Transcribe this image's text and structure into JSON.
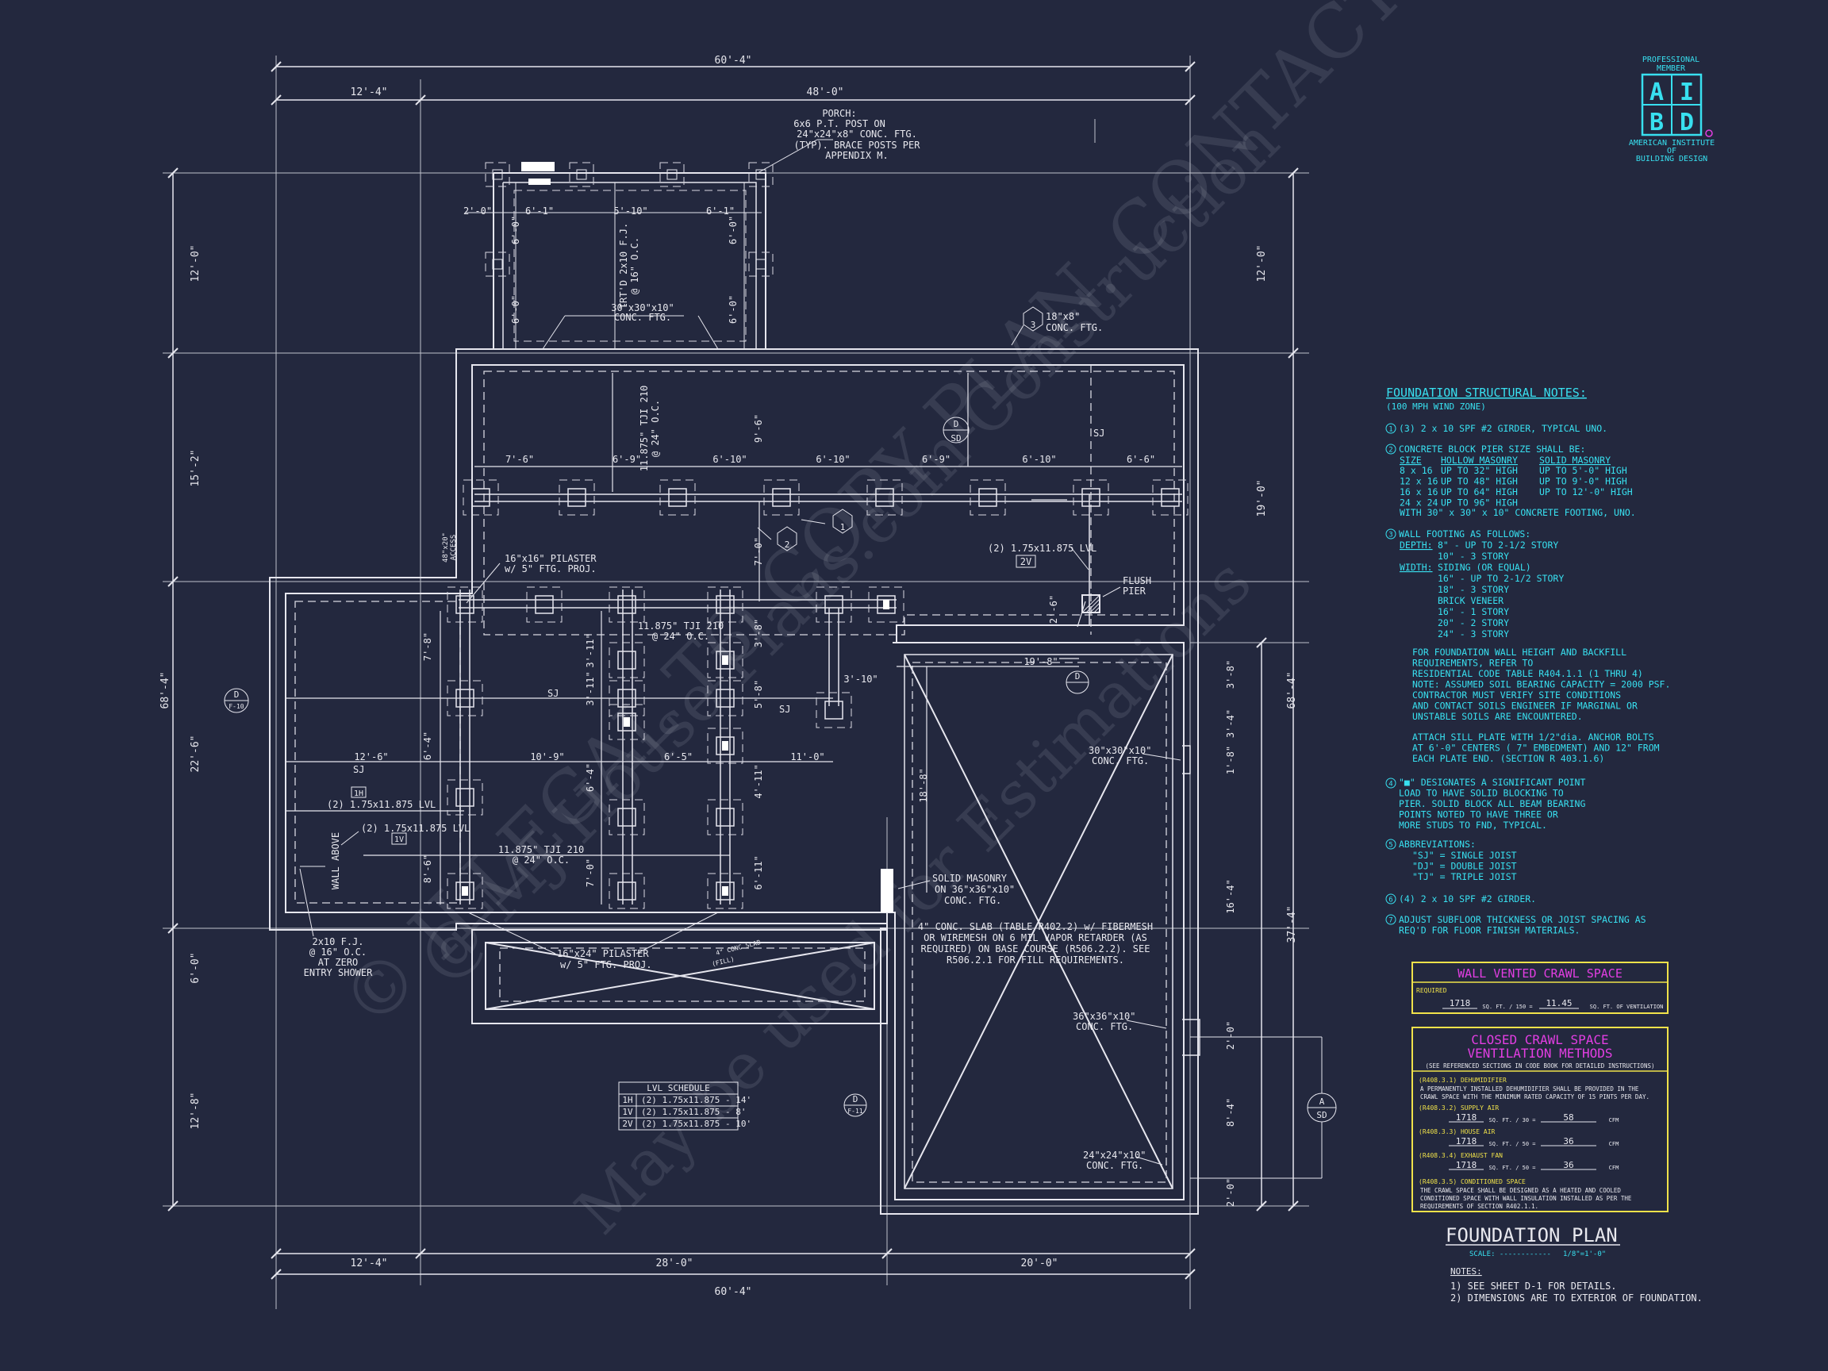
{
  "badge": {
    "line1": "PROFESSIONAL",
    "line2": "MEMBER",
    "letters": [
      "A",
      "I",
      "B",
      "D"
    ],
    "org1": "AMERICAN INSTITUTE",
    "org2": "OF",
    "org3": "BUILDING DESIGN",
    "color": "#38e0f0"
  },
  "dims": {
    "top_overall": "60'-4\"",
    "top_left": "12'-4\"",
    "top_right": "48'-0\"",
    "bottom_overall": "60'-4\"",
    "bottom_left": "12'-4\"",
    "bottom_mid": "28'-0\"",
    "bottom_right": "20'-0\"",
    "left_overall": "68'-4\"",
    "left_1": "12'-0\"",
    "left_2": "15'-2\"",
    "left_3": "22'-6\"",
    "left_4": "6'-0\"",
    "left_5": "12'-8\"",
    "right_overall": "68'-4\"",
    "right_1": "12'-0\"",
    "right_2": "19'-0\"",
    "right_3": "37'-4\"",
    "porch_a": "2'-0\"",
    "porch_b": "6'-1\"",
    "porch_c": "5'-10\"",
    "porch_d": "6'-1\"",
    "porch_v1": "6'-0\"",
    "porch_v2": "6'-0\"",
    "row1": [
      "7'-6\"",
      "6'-9\"",
      "6'-10\"",
      "6'-10\"",
      "6'-9\"",
      "6'-10\"",
      "6'-6\""
    ],
    "v_9_6": "9'-6\"",
    "v_7_0": "7'-0\"",
    "v_7_8": "7'-8\"",
    "v_6_4": "6'-4\"",
    "v_6_4b": "6'-4\"",
    "v_8_6": "8'-6\"",
    "v_3_11a": "3'-11\"",
    "v_3_11b": "3'-11\"",
    "v_3_8": "3'-8\"",
    "v_5_8": "5'-8\"",
    "v_4_11": "4'-11\"",
    "v_7_0b": "7'-0\"",
    "v_6_11": "6'-11\"",
    "h_12_6": "12'-6\"",
    "h_10_9": "10'-9\"",
    "h_6_5": "6'-5\"",
    "h_11_0": "11'-0\"",
    "h_3_10": "3'-10\"",
    "h_19_8": "19'-8\"",
    "h_2_6": "2'-6\"",
    "v_18_8": "18'-8\"",
    "r_3_8": "3'-8\"",
    "r_3_4": "3'-4\"",
    "r_1_8": "1'-8\"",
    "r_16_4": "16'-4\"",
    "r_2_0a": "2'-0\"",
    "r_8_4": "8'-4\"",
    "r_2_0b": "2'-0\""
  },
  "labels": {
    "porch1": "PORCH:",
    "porch2": "6x6 P.T. POST ON",
    "porch3": "24\"x24\"x8\" CONC. FTG.",
    "porch4": "(TYP). BRACE POSTS PER",
    "porch5": "APPENDIX M.",
    "ftg30a": "30\"x30\"x10\"",
    "ftg30b": "CONC. FTG.",
    "trtd": "TRT'D 2x10 F.J.",
    "trtd2": "@ 16\" O.C.",
    "ftg18a": "18\"x8\"",
    "ftg18b": "CONC. FTG.",
    "tji1": "11.875\" TJI 210",
    "tji1b": "@ 24\" O.C.",
    "sj1": "SJ",
    "pil1": "16\"x16\" PILASTER",
    "pil1b": "w/ 5\" FTG. PROJ.",
    "access1": "48\"x20\"",
    "access2": "ACCESS",
    "lvl2v_a": "(2) 1.75x11.875 LVL",
    "lvl2v_b": "2V",
    "flush1": "FLUSH",
    "flush2": "PIER",
    "tji2": "11.875\" TJI 210",
    "tji2b": "@ 24\" O.C.",
    "sj2": "SJ",
    "sj3": "SJ",
    "sj4": "SJ",
    "lvl1h_tag": "1H",
    "lvl1h": "(2) 1.75x11.875 LVL",
    "lvl1v": "(2) 1.75x11.875 LVL",
    "lvl1v_tag": "1V",
    "tji3": "11.875\" TJI 210",
    "tji3b": "@ 24\" O.C.",
    "wall_above": "WALL ABOVE",
    "fj1": "2x10 F.J.",
    "fj2": "@ 16\" O.C.",
    "fj3": "AT ZERO",
    "fj4": "ENTRY SHOWER",
    "pil2": "16\"x24\" PILASTER",
    "pil2b": "w/ 5\" FTG. PROJ.",
    "slabtag1": "4\" CONC SLAB",
    "slabtag2": "(FILL)",
    "solid1": "SOLID MASONRY",
    "solid2": "ON 36\"x36\"x10\"",
    "solid3": "CONC. FTG.",
    "slab1": "4\" CONC. SLAB (TABLE R402.2) w/ FIBERMESH",
    "slab2": "OR WIREMESH ON 6 MIL VAPOR RETARDER (AS",
    "slab3": "REQUIRED) ON BASE COURSE (R506.2.2). SEE",
    "slab4": "R506.2.1 FOR FILL REQUIREMENTS.",
    "ftg30c": "30\"x30\"x10\"",
    "ftg30d": "CONC. FTG.",
    "ftg36a": "36\"x36\"x10\"",
    "ftg36b": "CONC. FTG.",
    "ftg24a": "24\"x24\"x10\"",
    "ftg24b": "CONC. FTG.",
    "callout_d": "D",
    "callout_sd": "SD",
    "callout_f10": "F-10",
    "callout_f11": "F-11",
    "callout_a": "A",
    "n1": "1",
    "n2": "2",
    "n3": "3"
  },
  "lvl_schedule": {
    "title": "LVL SCHEDULE",
    "rows": [
      [
        "1H",
        "(2) 1.75x11.875 - 14'"
      ],
      [
        "1V",
        "(2) 1.75x11.875 - 8'"
      ],
      [
        "2V",
        "(2) 1.75x11.875 - 10'"
      ]
    ]
  },
  "notes": {
    "title": "FOUNDATION STRUCTURAL NOTES:",
    "subtitle": "(100 MPH WIND ZONE)",
    "n1": "(3) 2 x 10 SPF #2 GIRDER, TYPICAL UNO.",
    "n2": "CONCRETE BLOCK PIER SIZE SHALL BE:",
    "pier_head": [
      "SIZE",
      "HOLLOW MASONRY",
      "SOLID MASONRY"
    ],
    "pier_rows": [
      [
        "8 x 16",
        "UP TO 32\" HIGH",
        "UP TO 5'-0\" HIGH"
      ],
      [
        "12 x 16",
        "UP TO 48\" HIGH",
        "UP TO 9'-0\" HIGH"
      ],
      [
        "16 x 16",
        "UP TO 64\" HIGH",
        "UP TO 12'-0\" HIGH"
      ],
      [
        "24 x 24",
        "UP TO 96\" HIGH",
        ""
      ]
    ],
    "n2_end": "WITH 30\" x 30\" x 10\" CONCRETE FOOTING, UNO.",
    "n3": "WALL FOOTING AS FOLLOWS:",
    "depth_label": "DEPTH:",
    "depth1": "8\" - UP TO 2-1/2 STORY",
    "depth2": "10\" - 3 STORY",
    "width_label": "WIDTH:",
    "width1": "SIDING (OR EQUAL)",
    "width2": "16\" - UP TO 2-1/2 STORY",
    "width3": "18\" - 3 STORY",
    "width4": "BRICK VENEER",
    "width5": "16\" - 1 STORY",
    "width6": "20\" - 2 STORY",
    "width7": "24\" - 3 STORY",
    "para1": [
      "FOR FOUNDATION WALL HEIGHT AND BACKFILL",
      "REQUIREMENTS, REFER TO",
      "RESIDENTIAL CODE TABLE R404.1.1 (1 THRU 4)",
      "NOTE: ASSUMED SOIL BEARING CAPACITY = 2000 PSF.",
      "CONTRACTOR MUST VERIFY SITE CONDITIONS",
      "AND CONTACT SOILS ENGINEER IF MARGINAL OR",
      "UNSTABLE SOILS ARE ENCOUNTERED."
    ],
    "para2": [
      "ATTACH SILL PLATE WITH 1/2\"dia. ANCHOR BOLTS",
      "AT 6'-0\" CENTERS ( 7\" EMBEDMENT) AND 12\" FROM",
      "EACH PLATE END. (SECTION R 403.1.6)"
    ],
    "n4": [
      "\"■\" DESIGNATES A SIGNIFICANT POINT",
      "LOAD TO HAVE SOLID BLOCKING TO",
      "PIER. SOLID BLOCK ALL BEAM BEARING",
      "POINTS NOTED TO HAVE THREE OR",
      "MORE STUDS TO FND, TYPICAL."
    ],
    "n5": "ABBREVIATIONS:",
    "abbr": [
      "\"SJ\" = SINGLE JOIST",
      "\"DJ\" = DOUBLE JOIST",
      "\"TJ\" = TRIPLE JOIST"
    ],
    "n6": "(4) 2 x 10 SPF #2 GIRDER.",
    "n7": [
      "ADJUST SUBFLOOR THICKNESS OR JOIST SPACING AS",
      "REQ'D FOR FLOOR FINISH MATERIALS."
    ],
    "nums": [
      "1",
      "2",
      "3",
      "4",
      "5",
      "6",
      "7"
    ]
  },
  "vent": {
    "title": "WALL VENTED CRAWL SPACE",
    "required": "REQUIRED",
    "area": "1718",
    "mid": "SQ. FT. / 150 =",
    "result": "11.45",
    "unit": "SQ. FT. OF VENTILATION"
  },
  "closed": {
    "title1": "CLOSED CRAWL SPACE",
    "title2": "VENTILATION METHODS",
    "sub": "(SEE REFERENCED SECTIONS IN CODE BOOK FOR DETAILED INSTRUCTIONS)",
    "h1": "(R408.3.1) DEHUMIDIFIER",
    "t1a": "A PERMANENTLY INSTALLED DEHUMIDIFIER SHALL BE PROVIDED IN THE",
    "t1b": "CRAWL SPACE WITH THE MINIMUM RATED CAPACITY OF 15 PINTS PER DAY.",
    "h2": "(R408.3.2) SUPPLY AIR",
    "area2": "1718",
    "mid2": "SQ. FT. / 30 =",
    "res2": "58",
    "cfm2": "CFM",
    "h3": "(R408.3.3) HOUSE AIR",
    "area3": "1718",
    "mid3": "SQ. FT. / 50 =",
    "res3": "36",
    "cfm3": "CFM",
    "h4": "(R408.3.4) EXHAUST FAN",
    "area4": "1718",
    "mid4": "SQ. FT. / 50 =",
    "res4": "36",
    "cfm4": "CFM",
    "h5": "(R408.3.5) CONDITIONED SPACE",
    "t5a": "THE CRAWL SPACE SHALL BE DESIGNED AS A HEATED AND COOLED",
    "t5b": "CONDITIONED SPACE WITH WALL INSULATION INSTALLED AS PER THE",
    "t5c": "REQUIREMENTS OF SECTION R402.1.1."
  },
  "title_block": {
    "title": "FOUNDATION PLAN",
    "scale_label": "SCALE: ------------",
    "scale_value": "1/8\"=1'-0\"",
    "notes_label": "NOTES:",
    "note1": "1) SEE SHEET D-1 FOR DETAILS.",
    "note2": "2) DIMENSIONS ARE TO EXTERIOR OF FOUNDATION."
  },
  "watermark": {
    "line1": "© ILLEGAL TO COPY PLAN. CONTACT US",
    "line2": "@ MJ House Plans.com Construction",
    "line3": "May be used for Estimations"
  }
}
